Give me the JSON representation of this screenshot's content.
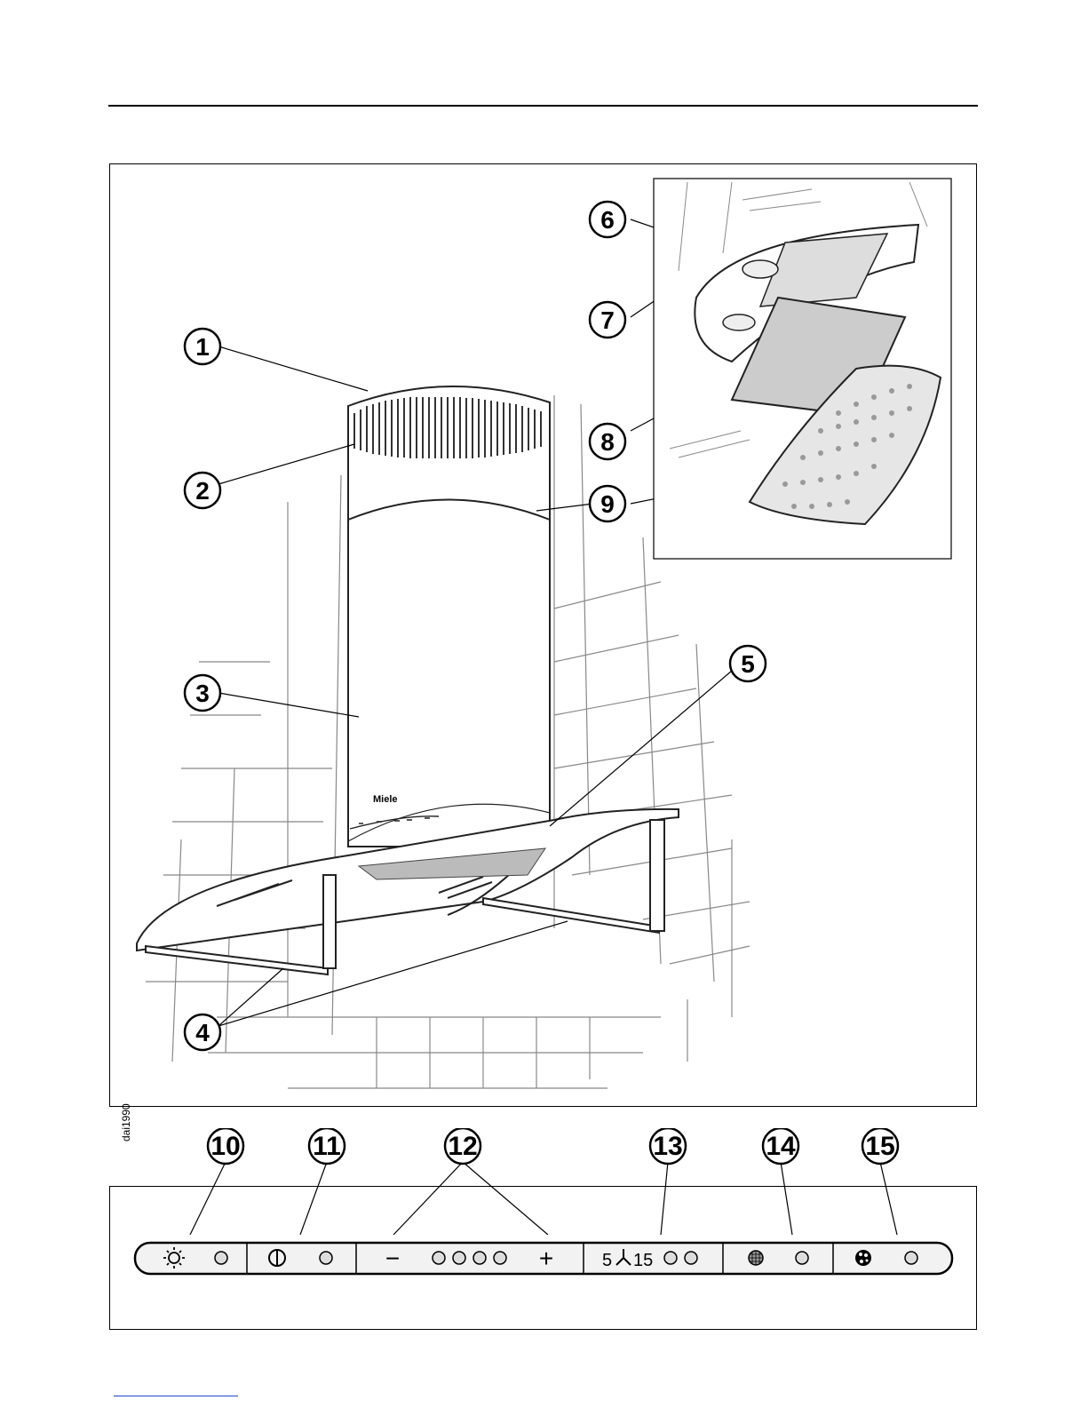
{
  "figure_code": "dai1990",
  "hood_labels": [
    "1",
    "2",
    "3",
    "4",
    "5",
    "6",
    "7",
    "8",
    "9"
  ],
  "panel_labels": [
    "10",
    "11",
    "12",
    "13",
    "14",
    "15"
  ],
  "brand": "Miele",
  "panel": {
    "minus": "−",
    "plus": "+",
    "timer_left": "5",
    "timer_right": "15"
  },
  "icons": [
    "light-icon",
    "power-icon",
    "fan-timer-icon",
    "grease-filter-icon",
    "charcoal-filter-icon"
  ]
}
